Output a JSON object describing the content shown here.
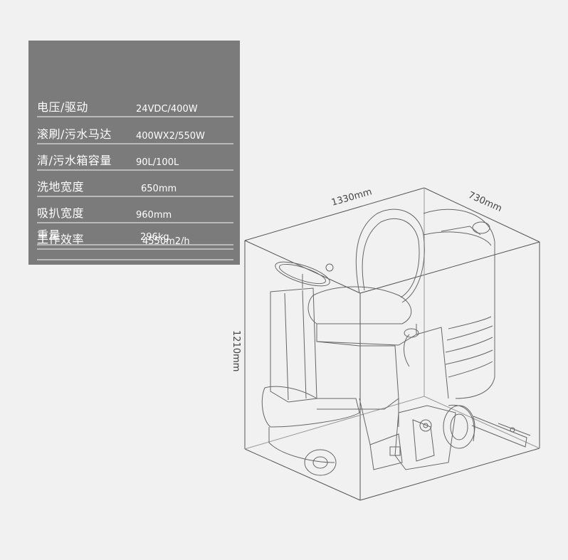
{
  "specs": [
    {
      "label": "电压/驱动",
      "value": "24VDC/400W"
    },
    {
      "label": "滚刷/污水马达",
      "value": "400WX2/550W"
    },
    {
      "label": "清/污水箱容量",
      "value": "90L/100L"
    },
    {
      "label": "洗地宽度",
      "value": "650mm"
    },
    {
      "label": "吸扒宽度",
      "value": "960mm"
    },
    {
      "label": "工作效率",
      "value": "4550m2/h"
    },
    {
      "label": "重量",
      "value": "296kg"
    }
  ],
  "dimensions": {
    "length": "1330mm",
    "width": "730mm",
    "height": "1210mm"
  },
  "colors": {
    "panel": "#7b7b7b",
    "background": "#f1f1f1",
    "line": "#555555"
  }
}
